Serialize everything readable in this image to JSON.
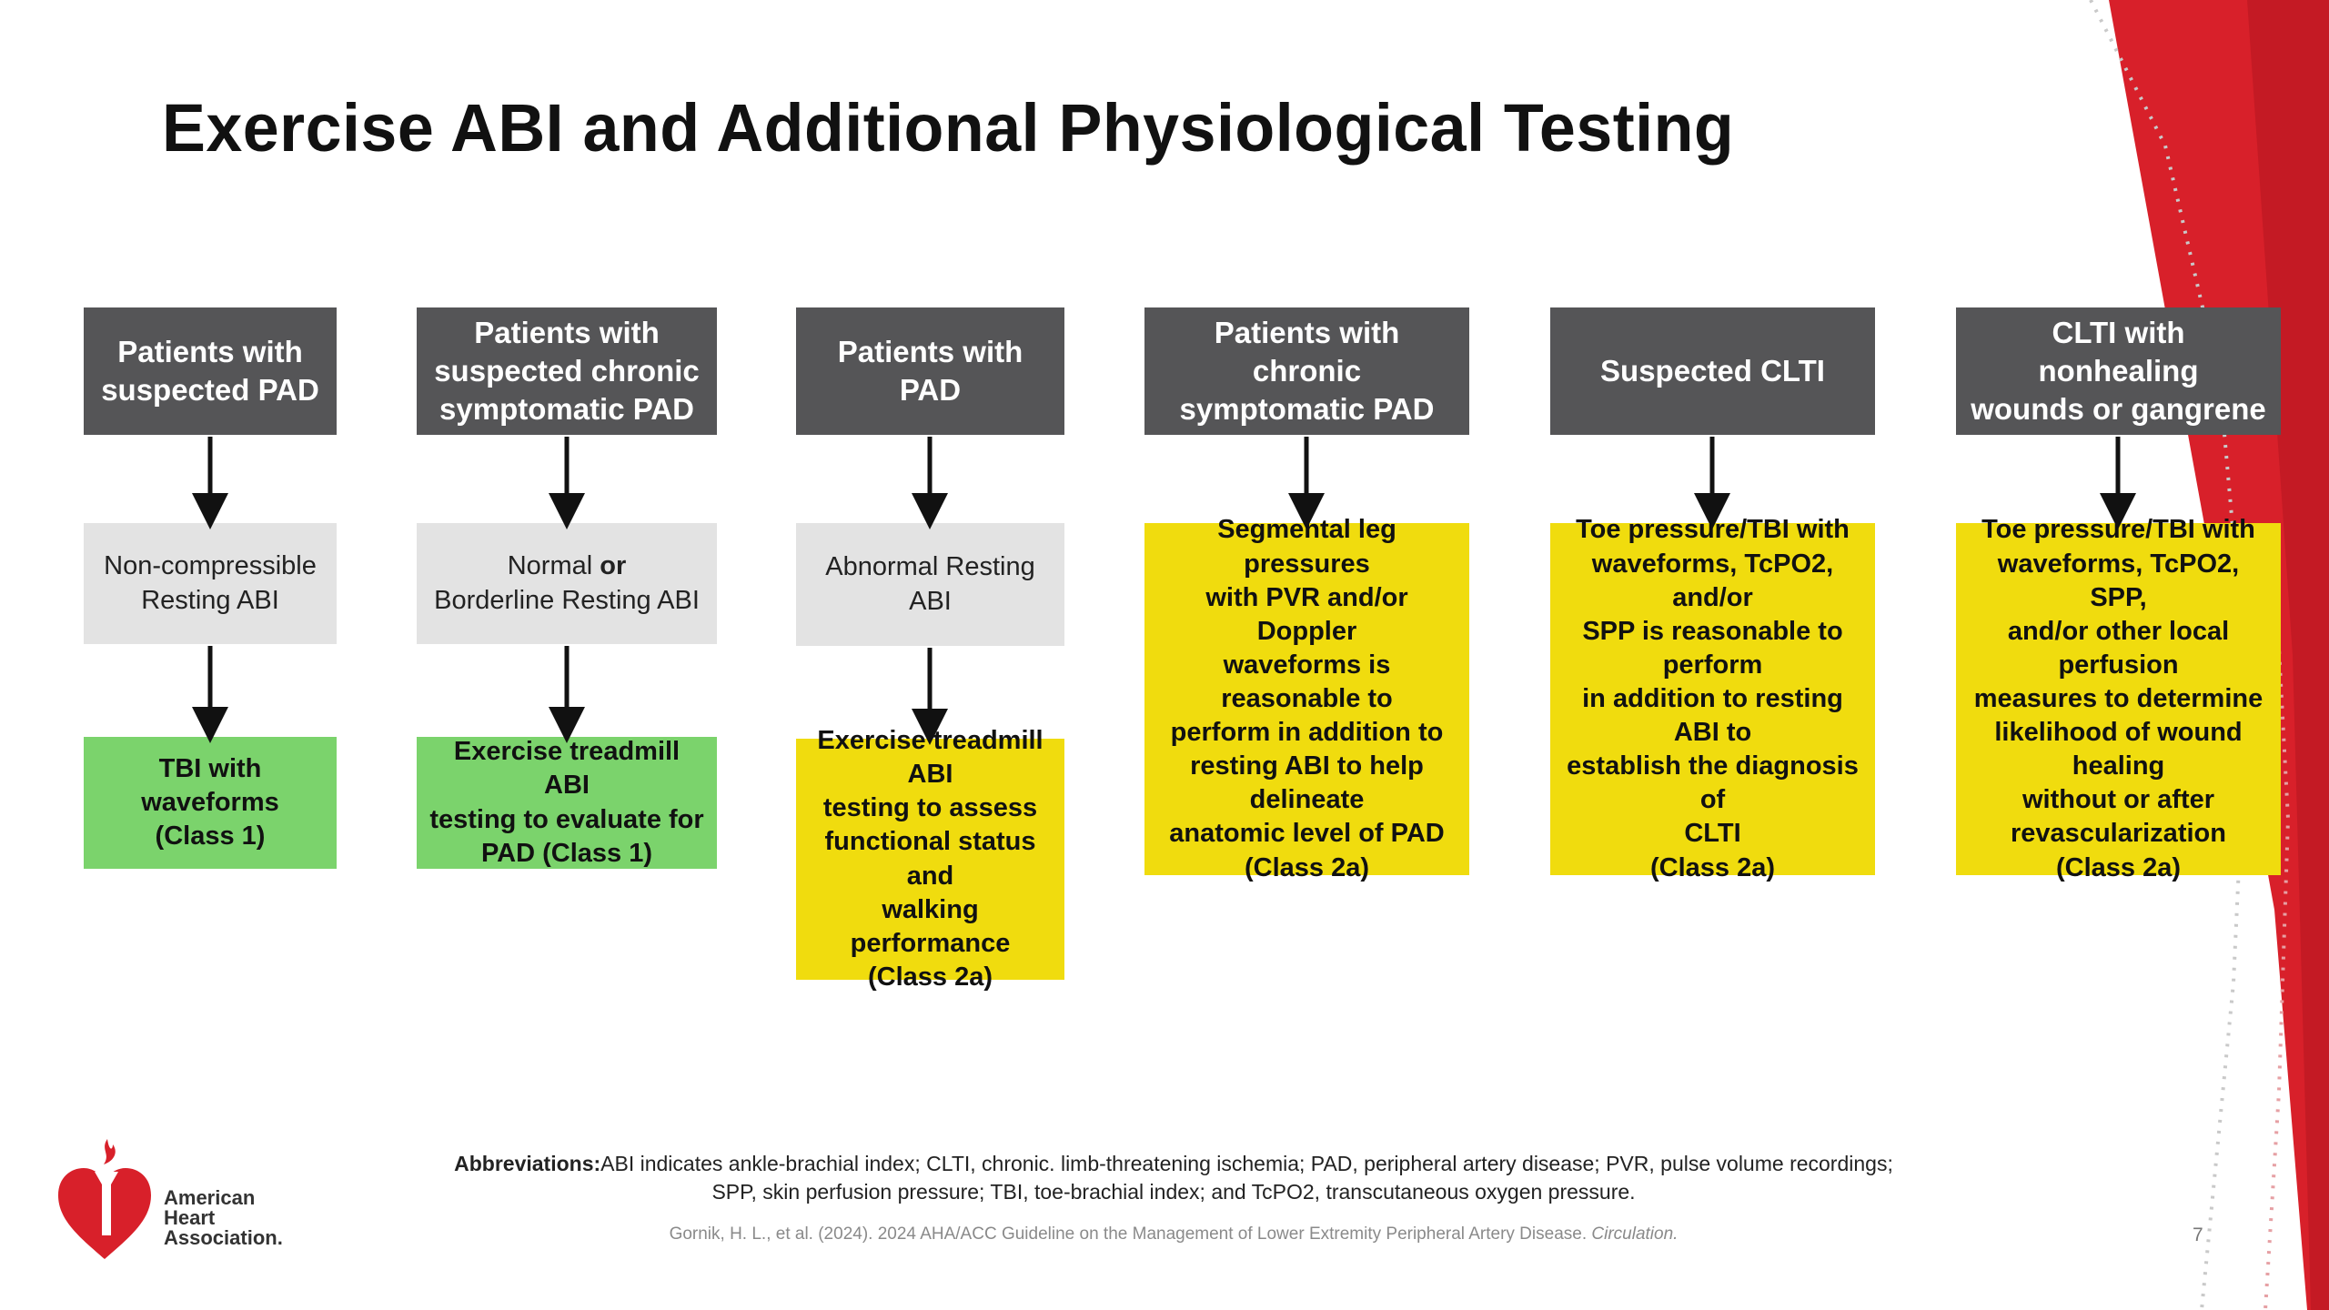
{
  "slide": {
    "title": "Exercise ABI and Additional Physiological Testing",
    "columns": [
      {
        "header": [
          "Patients with",
          "suspected PAD"
        ],
        "middle": [
          "Non-compressible",
          "Resting ABI"
        ],
        "result": [
          "TBI with waveforms",
          "(Class 1)"
        ],
        "result_class": "1"
      },
      {
        "header": [
          "Patients with",
          "suspected chronic",
          "symptomatic PAD"
        ],
        "middle_before": "Normal ",
        "middle_bold": "or",
        "middle_after": "Borderline Resting ABI",
        "result": [
          "Exercise treadmill ABI",
          "testing to evaluate for",
          "PAD (Class 1)"
        ],
        "result_class": "1"
      },
      {
        "header": [
          "Patients with PAD"
        ],
        "middle": [
          "Abnormal Resting ABI"
        ],
        "result": [
          "Exercise treadmill ABI",
          "testing to assess",
          "functional status and",
          "walking performance",
          "(Class 2a)"
        ],
        "result_class": "2a"
      },
      {
        "header": [
          "Patients with chronic",
          "symptomatic PAD"
        ],
        "result": [
          "Segmental leg pressures",
          "with PVR and/or Doppler",
          "waveforms is reasonable to",
          "perform in addition to",
          "resting ABI to help delineate",
          "anatomic level of PAD",
          "(Class 2a)"
        ],
        "result_class": "2a"
      },
      {
        "header": [
          "Suspected CLTI"
        ],
        "result": [
          "Toe pressure/TBI with",
          "waveforms, TcPO2, and/or",
          "SPP is reasonable to perform",
          "in addition to resting ABI to",
          "establish the diagnosis of",
          "CLTI",
          "(Class 2a)"
        ],
        "result_class": "2a"
      },
      {
        "header": [
          "CLTI with nonhealing",
          "wounds or gangrene"
        ],
        "result": [
          "Toe pressure/TBI with",
          "waveforms, TcPO2, SPP,",
          "and/or other local perfusion",
          "measures to determine",
          "likelihood of wound healing",
          "without or after",
          "revascularization",
          "(Class 2a)"
        ],
        "result_class": "2a"
      }
    ],
    "abbreviations": {
      "label": "Abbreviations:",
      "line1": "ABI indicates ankle-brachial index; CLTI, chronic. limb-threatening ischemia;  PAD, peripheral artery disease; PVR, pulse volume recordings;",
      "line2": "SPP, skin perfusion pressure; TBI, toe-brachial index; and TcPO2,  transcutaneous oxygen pressure."
    },
    "citation": {
      "text": "Gornik, H. L., et al. (2024). 2024 AHA/ACC Guideline on the Management of Lower Extremity Peripheral Artery Disease. ",
      "journal": "Circulation."
    },
    "page_number": "7",
    "logo": {
      "line1": "American",
      "line2": "Heart",
      "line3": "Association.",
      "icon": "aha-heart-torch-icon"
    }
  },
  "colors": {
    "header_box": "#555557",
    "middle_box": "#e3e3e3",
    "class1_box": "#7bd36c",
    "class2a_box": "#f0dc0e",
    "accent_red": "#d8202a",
    "arrow": "#111111"
  }
}
